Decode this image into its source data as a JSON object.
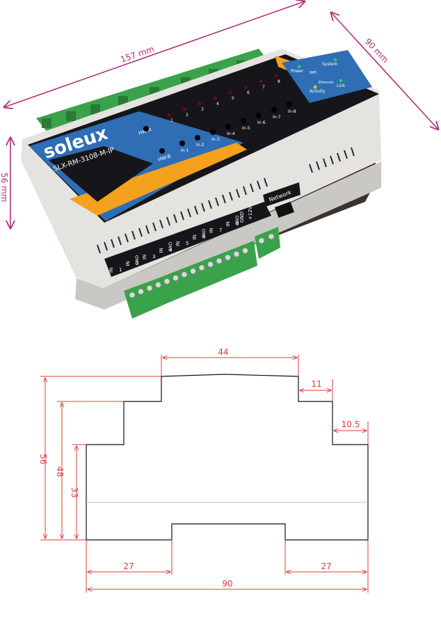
{
  "photo": {
    "dim_length": "157 mm",
    "dim_depth": "90 mm",
    "dim_height": "56 mm",
    "brand": "soleux",
    "model": "SLX-RM-3108-M-IP",
    "hw_r": "HW-R",
    "hw_b": "HW-B",
    "led_numbers": [
      "1",
      "2",
      "3",
      "4",
      "5",
      "6",
      "7",
      "8"
    ],
    "input_buttons": [
      "In-1",
      "In-2",
      "In-3",
      "In-4",
      "In-5",
      "In-6",
      "In-7",
      "In-8"
    ],
    "status_labels": {
      "power": "Power",
      "system": "System",
      "wifi": "WiFi",
      "ethernet": "Ethernet",
      "activity": "Activity",
      "link": "Link"
    },
    "network": "Network",
    "terminals_in": [
      "1",
      "2",
      "3",
      "4",
      "5",
      "6",
      "7",
      "8"
    ],
    "in_word": "IN",
    "gnd_word": "GND",
    "v12": "+12V",
    "colors": {
      "accent_orange": "#f4a11d",
      "panel_blue": "#2f6db5",
      "panel_black": "#16161a",
      "terminal_green": "#33a34a",
      "dimension_line": "#b0307a"
    }
  },
  "drawing": {
    "dim_top": "44",
    "dim_step1": "11",
    "dim_step2": "10.5",
    "dim_h_total": "56",
    "dim_h_48": "48",
    "dim_h_33": "33",
    "dim_bottom_left": "27",
    "dim_bottom_right": "27",
    "dim_width": "90",
    "line_color": "#e23a3a"
  }
}
